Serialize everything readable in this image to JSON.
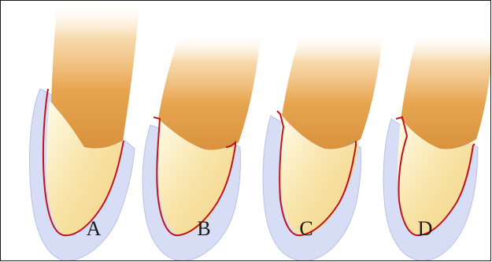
{
  "panels": [
    {
      "label": "A"
    },
    {
      "label": "B"
    },
    {
      "label": "C"
    },
    {
      "label": "D"
    }
  ],
  "colors": {
    "frame": "#1a1a1a",
    "coping_outline": "#c0141b",
    "ceramic_shell": "#d6dcf4",
    "dentin_cream": "#f7e2a0",
    "root_orange": "#e0a04a"
  }
}
